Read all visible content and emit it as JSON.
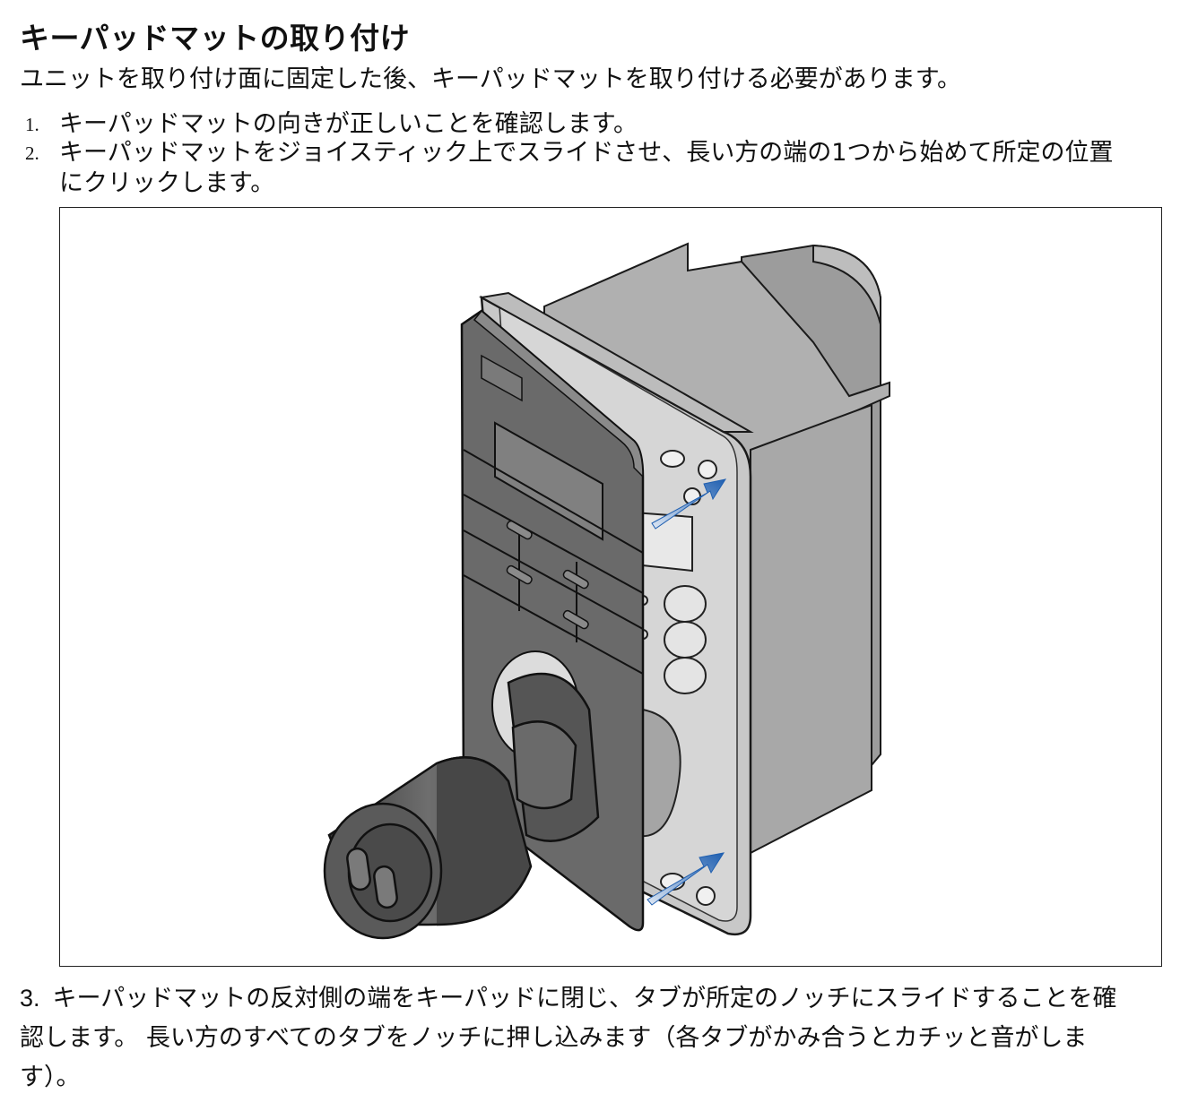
{
  "heading": "キーパッドマットの取り付け",
  "intro": "ユニットを取り付け面に固定した後、キーパッドマットを取り付ける必要があります。",
  "steps": [
    {
      "number": "1.",
      "text": "キーパッドマットの向きが正しいことを確認します。"
    },
    {
      "number": "2.",
      "text": "キーパッドマットをジョイスティック上でスライドさせ、長い方の端の1つから始めて所定の位置にクリックします。"
    }
  ],
  "step3": {
    "number": "3.",
    "text": "キーパッドマットの反対側の端をキーパッドに閉じ、タブが所定のノッチにスライドすることを確認します。 長い方のすべてのタブをノッチに押し込みます（各タブがかみ合うとカチッと音がします）。"
  },
  "colors": {
    "arrow": "#1f5fb0",
    "body": "#9a9a9a",
    "mat": "#6f6f6f",
    "outline": "#1a1a1a"
  }
}
